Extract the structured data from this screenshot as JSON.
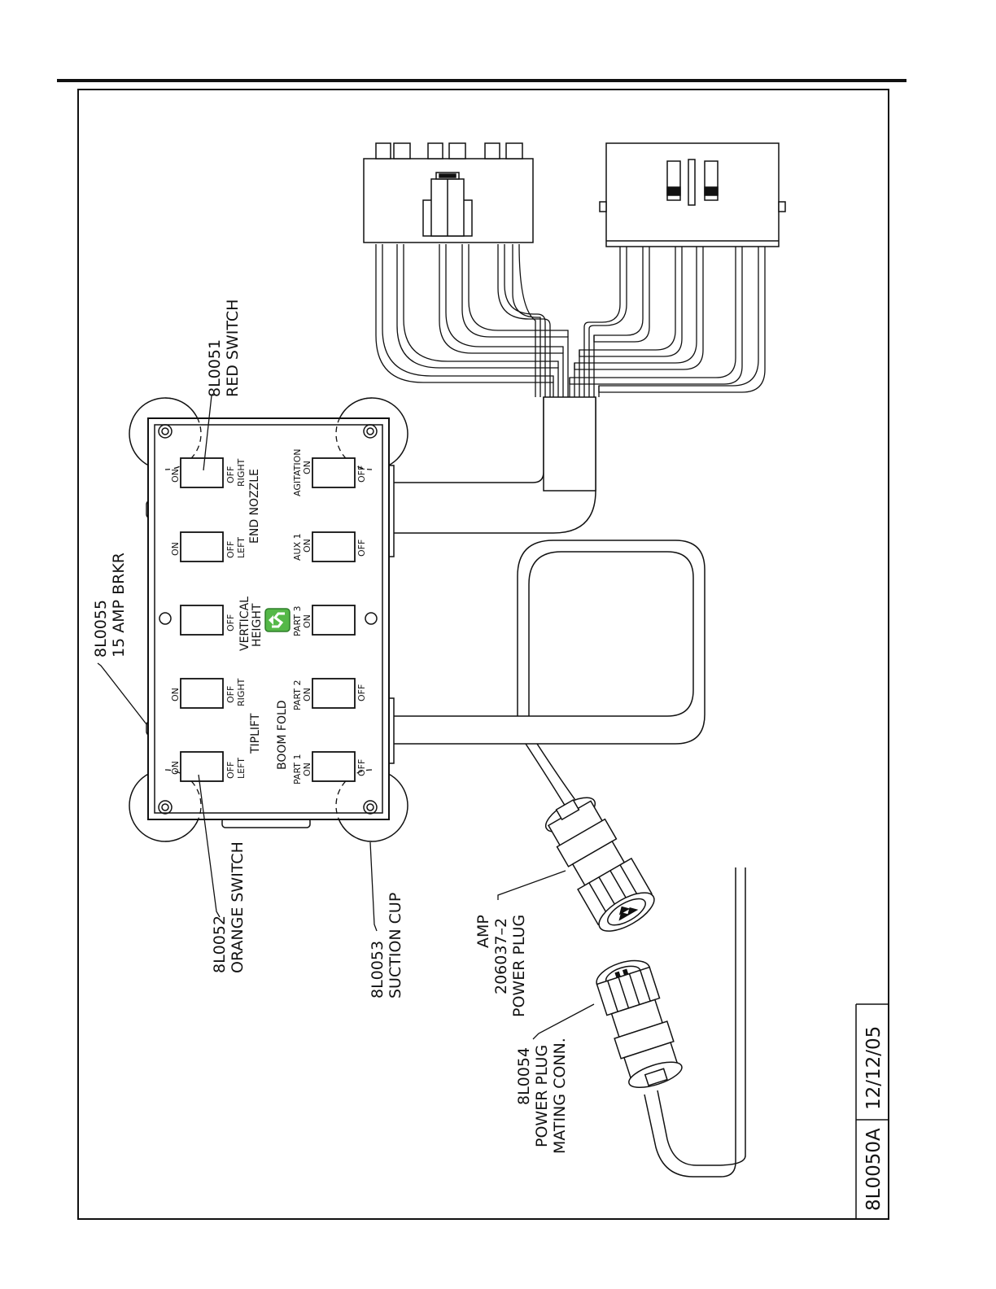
{
  "callouts": {
    "red_switch": {
      "part": "8L0051",
      "desc": "RED SWITCH"
    },
    "breaker": {
      "part": "8L0055",
      "desc": "15 AMP BRKR"
    },
    "orange_switch": {
      "part": "8L0052",
      "desc": "ORANGE SWITCH"
    },
    "suction_cup": {
      "part": "8L0053",
      "desc": "SUCTION CUP"
    },
    "amp_plug": {
      "line1": "AMP",
      "line2": "206037–2",
      "line3": "POWER PLUG"
    },
    "mating_plug": {
      "line1": "8L0054",
      "line2": "POWER PLUG",
      "line3": "MATING CONN."
    }
  },
  "panel": {
    "on": "ON",
    "off": "OFF",
    "left": "LEFT",
    "right": "RIGHT",
    "end_nozzle": "END NOZZLE",
    "vertical": "VERTICAL",
    "height": "HEIGHT",
    "tiplift": "TIPLIFT",
    "boom_fold": "BOOM FOLD",
    "agitation": "AGITATION",
    "aux1": "AUX  1",
    "part1": "PART  1",
    "part2": "PART  2",
    "part3": "PART  3"
  },
  "title_block": {
    "drawing_no": "8L0050A",
    "date": "12/12/05"
  },
  "colors": {
    "logo_green": "#55b848",
    "logo_dark": "#2f7d2a",
    "line": "#111111"
  },
  "icons": {
    "logo": "s-logo-icon"
  }
}
